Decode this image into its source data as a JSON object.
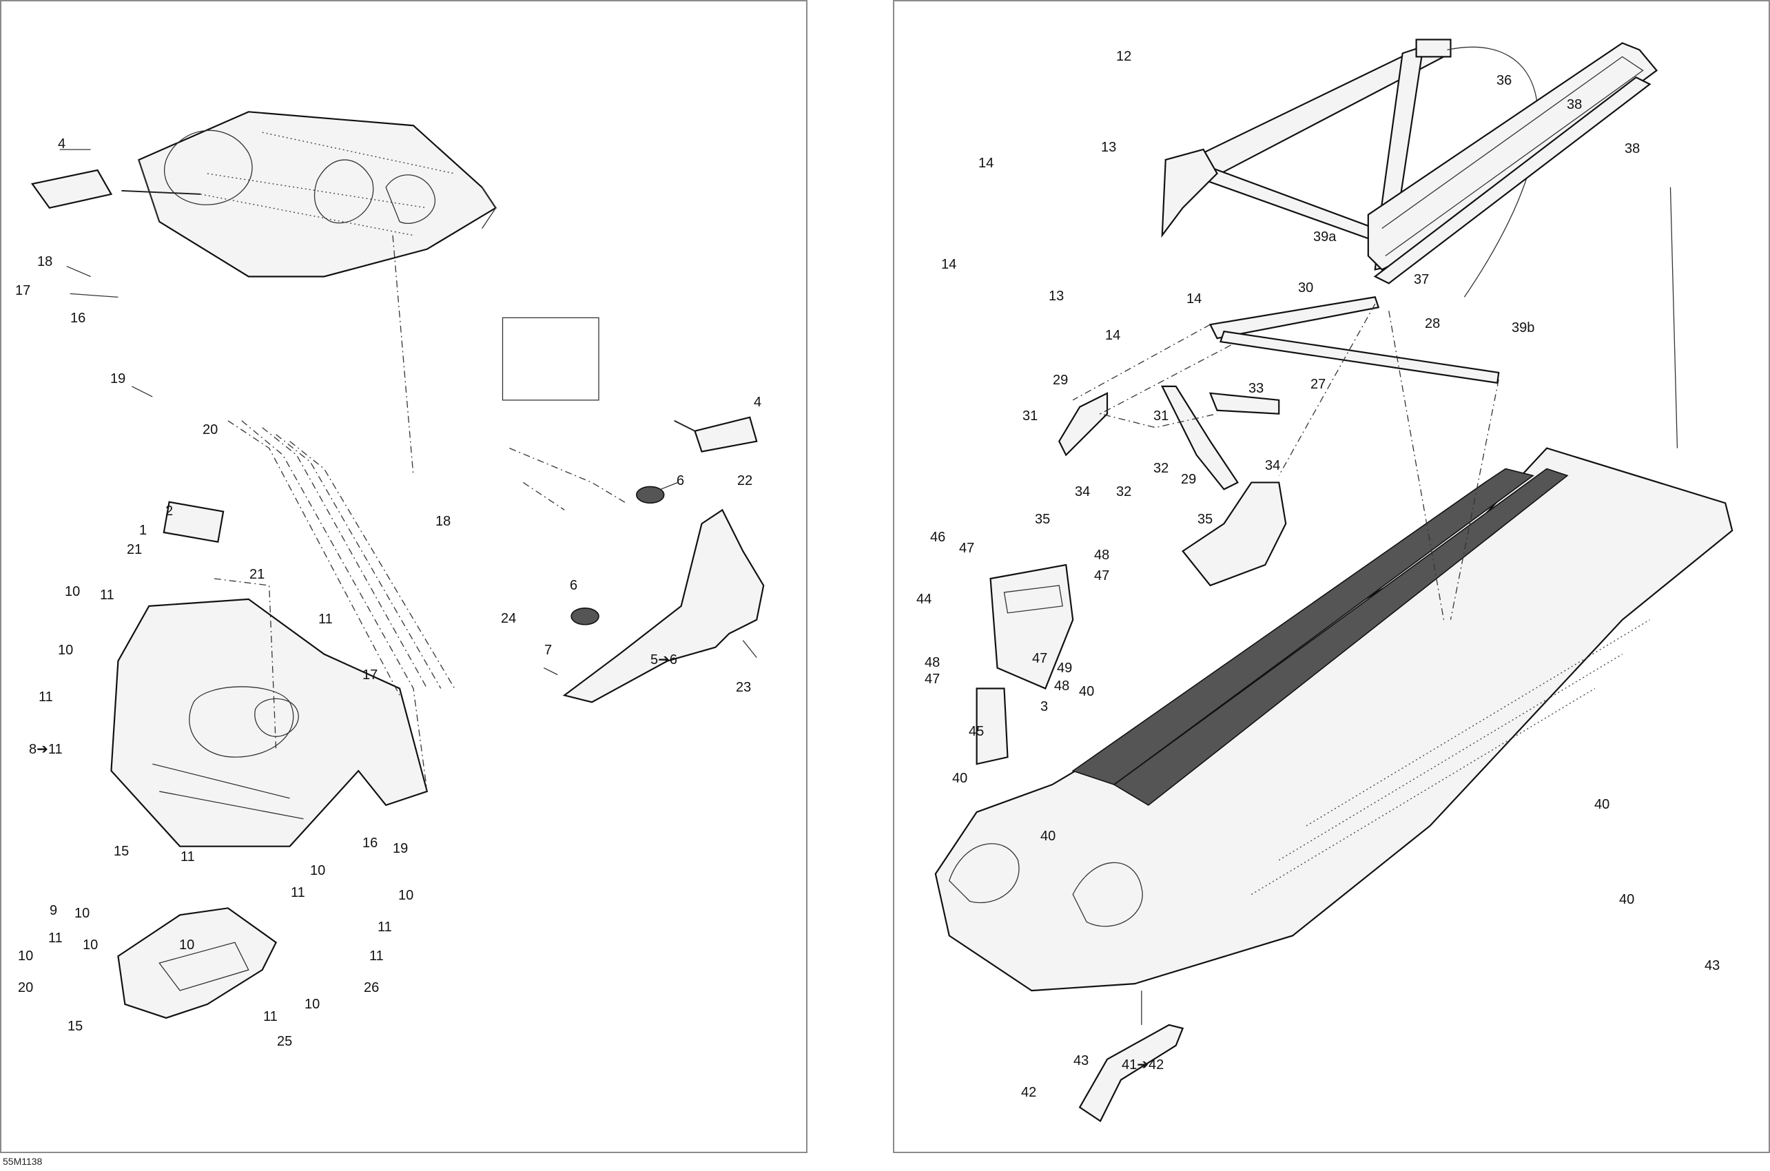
{
  "document_code": "55M1138",
  "left_panel": {
    "callouts": [
      "4",
      "18",
      "17",
      "16",
      "19",
      "20",
      "4",
      "18",
      "2",
      "1",
      "21",
      "21",
      "6",
      "22",
      "10",
      "11",
      "10",
      "11",
      "11",
      "8➔11",
      "17",
      "16",
      "19",
      "24",
      "7",
      "6",
      "5➔6",
      "23",
      "15",
      "11",
      "10",
      "11",
      "10",
      "9",
      "10",
      "11",
      "11",
      "10",
      "10",
      "11",
      "10",
      "20",
      "15",
      "11",
      "10",
      "26",
      "25"
    ]
  },
  "right_panel": {
    "callouts": [
      "12",
      "13",
      "14",
      "14",
      "13",
      "14",
      "14",
      "36",
      "38",
      "38",
      "39a",
      "37",
      "39b",
      "30",
      "28",
      "27",
      "29",
      "31",
      "33",
      "31",
      "32",
      "29",
      "34",
      "34",
      "32",
      "35",
      "35",
      "46",
      "47",
      "48",
      "47",
      "44",
      "47",
      "49",
      "48",
      "47",
      "48",
      "3",
      "45",
      "40",
      "40",
      "40",
      "40",
      "40",
      "43",
      "43",
      "41➔42",
      "42"
    ]
  }
}
